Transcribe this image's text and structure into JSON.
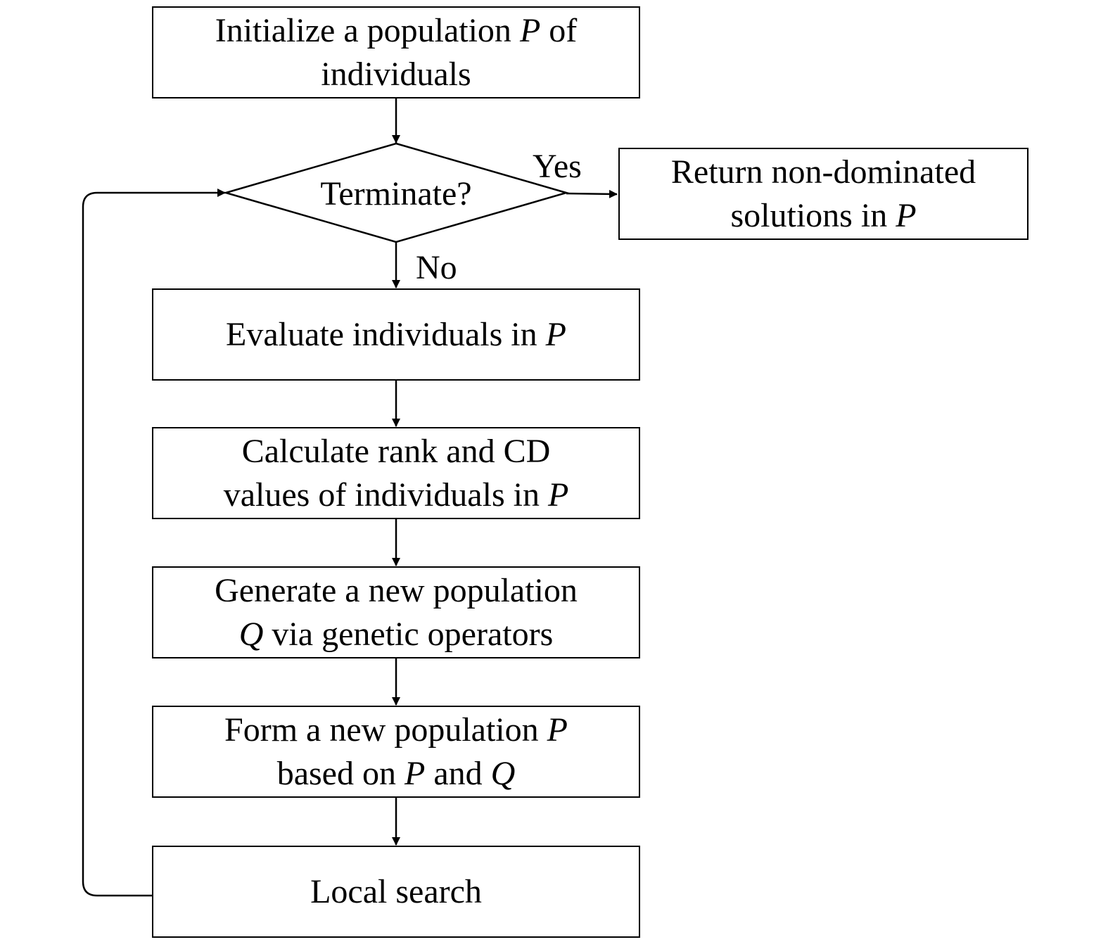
{
  "nodes": {
    "init": {
      "line1": {
        "pre": "Initialize a population ",
        "var": "P",
        "post": " of"
      },
      "line2": "individuals"
    },
    "terminate": {
      "label": "Terminate?"
    },
    "return": {
      "line1": "Return non-dominated",
      "line2": {
        "pre": "solutions in ",
        "var": "P"
      }
    },
    "evaluate": {
      "line1": {
        "pre": "Evaluate individuals in ",
        "var": "P"
      }
    },
    "calculate": {
      "line1": "Calculate rank and CD",
      "line2": {
        "pre": "values of individuals in ",
        "var": "P"
      }
    },
    "generate": {
      "line1": "Generate a new population",
      "line2": {
        "var": "Q",
        "post": " via genetic operators"
      }
    },
    "form": {
      "line1": {
        "pre": "Form a new population ",
        "var": "P"
      },
      "line2": {
        "pre": "based on ",
        "var1": "P",
        "mid": " and ",
        "var2": "Q"
      }
    },
    "local": {
      "line1": "Local search"
    }
  },
  "edges": {
    "yes_label": "Yes",
    "no_label": "No"
  },
  "colors": {
    "stroke": "#000000",
    "background": "#ffffff"
  }
}
